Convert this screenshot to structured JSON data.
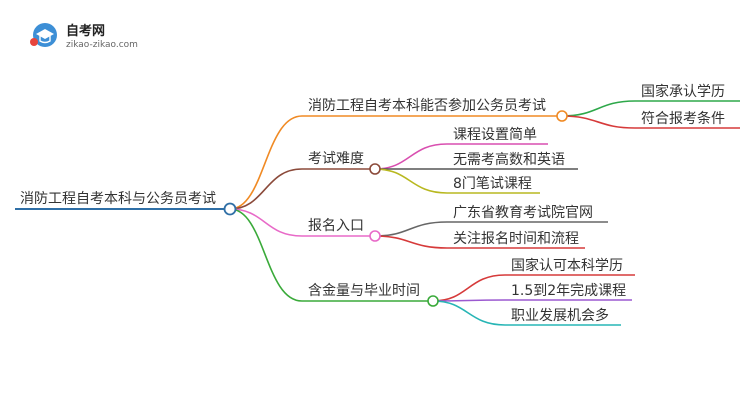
{
  "logo": {
    "name": "自考网",
    "url_text": "zikao-zikao.com"
  },
  "root": {
    "label": "消防工程自考本科与公务员考试",
    "color": "#2f6fa6"
  },
  "branches": [
    {
      "label": "消防工程自考本科能否参加公务员考试",
      "color": "#f08a24",
      "children": [
        {
          "label": "国家承认学历",
          "color": "#2ea84a"
        },
        {
          "label": "符合报考条件",
          "color": "#d63a3a"
        }
      ]
    },
    {
      "label": "考试难度",
      "color": "#8b4a3a",
      "children": [
        {
          "label": "课程设置简单",
          "color": "#d94fb0"
        },
        {
          "label": "无需考高数和英语",
          "color": "#555555"
        },
        {
          "label": "8门笔试课程",
          "color": "#b8b820"
        }
      ]
    },
    {
      "label": "报名入口",
      "color": "#e86ac8",
      "children": [
        {
          "label": "广东省教育考试院官网",
          "color": "#666666"
        },
        {
          "label": "关注报名时间和流程",
          "color": "#d63a3a"
        }
      ]
    },
    {
      "label": "含金量与毕业时间",
      "color": "#3aaa3a",
      "children": [
        {
          "label": "国家认可本科学历",
          "color": "#d63a3a"
        },
        {
          "label": "1.5到2年完成课程",
          "color": "#9b59d0"
        },
        {
          "label": "职业发展机会多",
          "color": "#27b5b5"
        }
      ]
    }
  ]
}
